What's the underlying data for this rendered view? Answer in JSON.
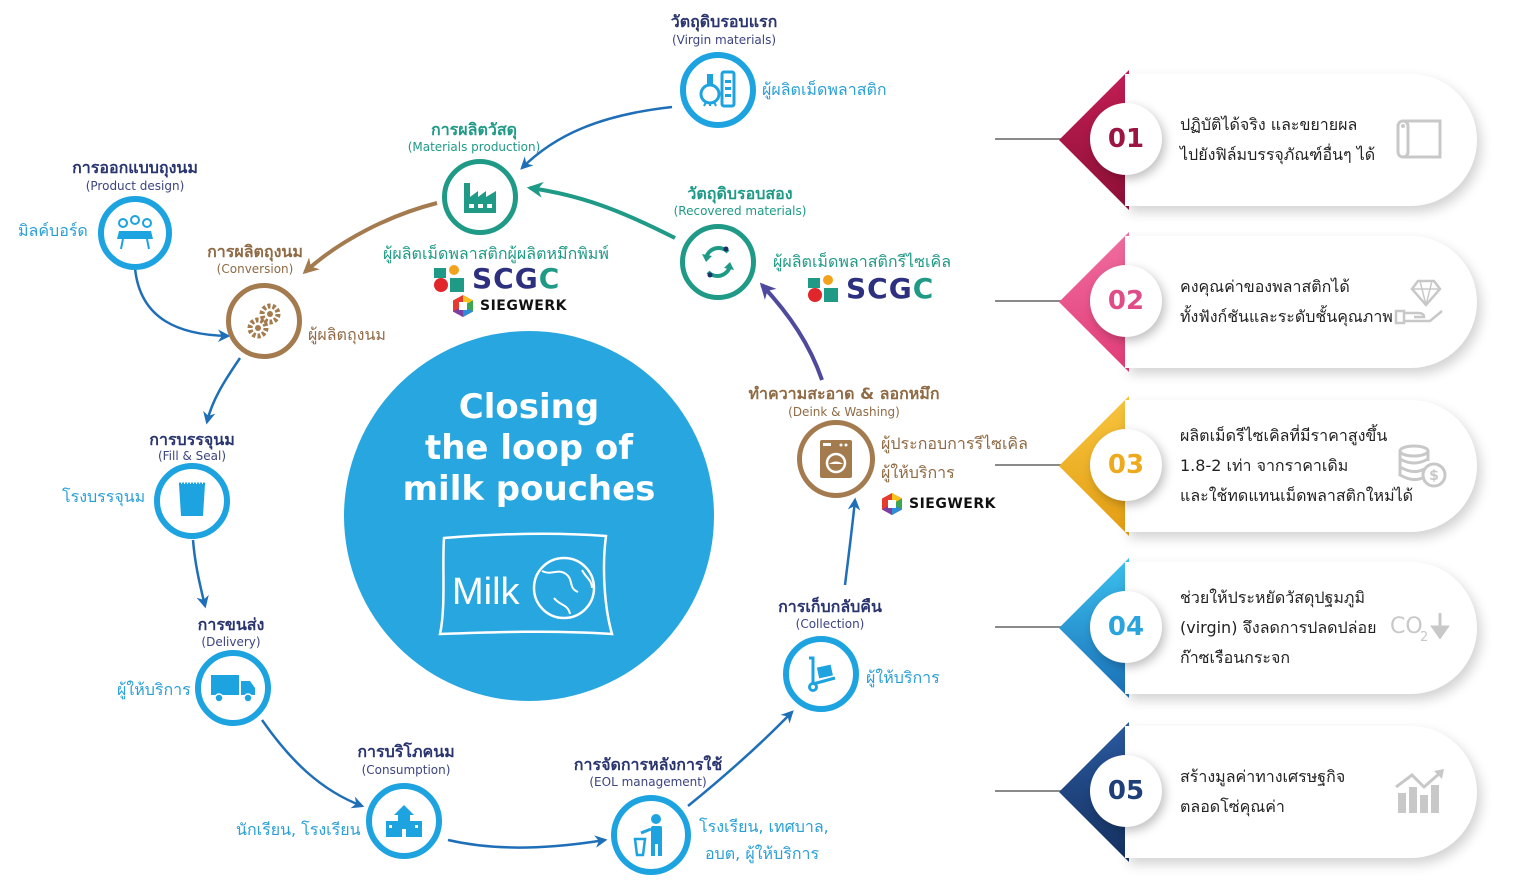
{
  "center": {
    "title": "Closing\nthe loop of\nmilk pouches",
    "pouch_label": "Milk"
  },
  "colors": {
    "blue": "#1da3e0",
    "teal": "#1f9a86",
    "brown": "#a37b4f",
    "purple": "#4f4a9e",
    "navy_text": "#2a3570",
    "card_01": "#b5184a",
    "card_02": "#e84c86",
    "card_03": "#f1b21d",
    "card_04": "#2aa4dd",
    "card_05": "#1f3f7a"
  },
  "stages": {
    "virgin": {
      "title": "วัตถุดิบรอบแรก",
      "sub": "(Virgin materials)",
      "actor": "ผู้ผลิตเม็ดพลาสติก",
      "icon": "lab-flask-icon"
    },
    "materials": {
      "title": "การผลิตวัสดุ",
      "sub": "(Materials production)",
      "actor": "ผู้ผลิตเม็ดพลาสติกผู้ผลิตหมึกพิมพ์",
      "icon": "factory-icon"
    },
    "design": {
      "title": "การออกแบบถุงนม",
      "sub": "(Product design)",
      "actor": "มิลค์บอร์ด",
      "icon": "meeting-table-icon"
    },
    "conversion": {
      "title": "การผลิตถุงนม",
      "sub": "(Conversion)",
      "actor": "ผู้ผลิตถุงนม",
      "icon": "gears-icon"
    },
    "fill": {
      "title": "การบรรจุนม",
      "sub": "(Fill & Seal)",
      "actor": "โรงบรรจุนม",
      "icon": "milk-bag-icon"
    },
    "delivery": {
      "title": "การขนส่ง",
      "sub": "(Delivery)",
      "actor": "ผู้ให้บริการ",
      "icon": "truck-icon"
    },
    "consumption": {
      "title": "การบริโภคนม",
      "sub": "(Consumption)",
      "actor": "นักเรียน, โรงเรียน",
      "icon": "school-icon"
    },
    "eol": {
      "title": "การจัดการหลังการใช้",
      "sub": "(EOL management)",
      "actor_line1": "โรงเรียน, เทศบาล,",
      "actor_line2": "อบต, ผู้ให้บริการ",
      "icon": "person-trash-icon"
    },
    "collection": {
      "title": "การเก็บกลับคืน",
      "sub": "(Collection)",
      "actor": "ผู้ให้บริการ",
      "icon": "hand-truck-icon"
    },
    "deink": {
      "title": "ทำความสะอาด & ลอกหมึก",
      "sub": "(Deink & Washing)",
      "actor_line1": "ผู้ประกอบการรีไซเคิล",
      "actor_line2": "ผู้ให้บริการ",
      "icon": "washing-machine-icon"
    },
    "recovered": {
      "title": "วัตถุดิบรอบสอง",
      "sub": "(Recovered materials)",
      "actor": "ผู้ผลิตเม็ดพลาสติกรีไซเคิล",
      "icon": "recycle-arrows-icon"
    }
  },
  "logos": {
    "scgc": {
      "part1": "SCG",
      "part2": "C"
    },
    "siegwerk": "SIEGWERK"
  },
  "benefits": [
    {
      "num": "01",
      "lines": [
        "ปฏิบัติได้จริง  และขยายผล",
        "ไปยังฟิล์มบรรจุภัณฑ์อื่นๆ ได้"
      ],
      "icon": "film-roll-icon"
    },
    {
      "num": "02",
      "lines": [
        "คงคุณค่าของพลาสติกได้",
        "ทั้งฟังก์ชันและระดับชั้นคุณภาพ"
      ],
      "icon": "diamond-hand-icon"
    },
    {
      "num": "03",
      "lines": [
        "ผลิตเม็ดรีไซเคิลที่มีราคาสูงขึ้น",
        "1.8-2 เท่า จากราคาเดิม",
        "และใช้ทดแทนเม็ดพลาสติกใหม่ได้"
      ],
      "icon": "coins-dollar-icon"
    },
    {
      "num": "04",
      "lines": [
        "ช่วยให้ประหยัดวัสดุปฐมภูมิ",
        "(virgin) จึงลดการปลดปล่อย",
        "ก๊าซเรือนกระจก"
      ],
      "icon": "co2-down-icon",
      "icon_text": "CO",
      "icon_sub": "2"
    },
    {
      "num": "05",
      "lines": [
        "สร้างมูลค่าทางเศรษฐกิจ",
        "ตลอดโซ่คุณค่า"
      ],
      "icon": "growth-chart-icon"
    }
  ]
}
